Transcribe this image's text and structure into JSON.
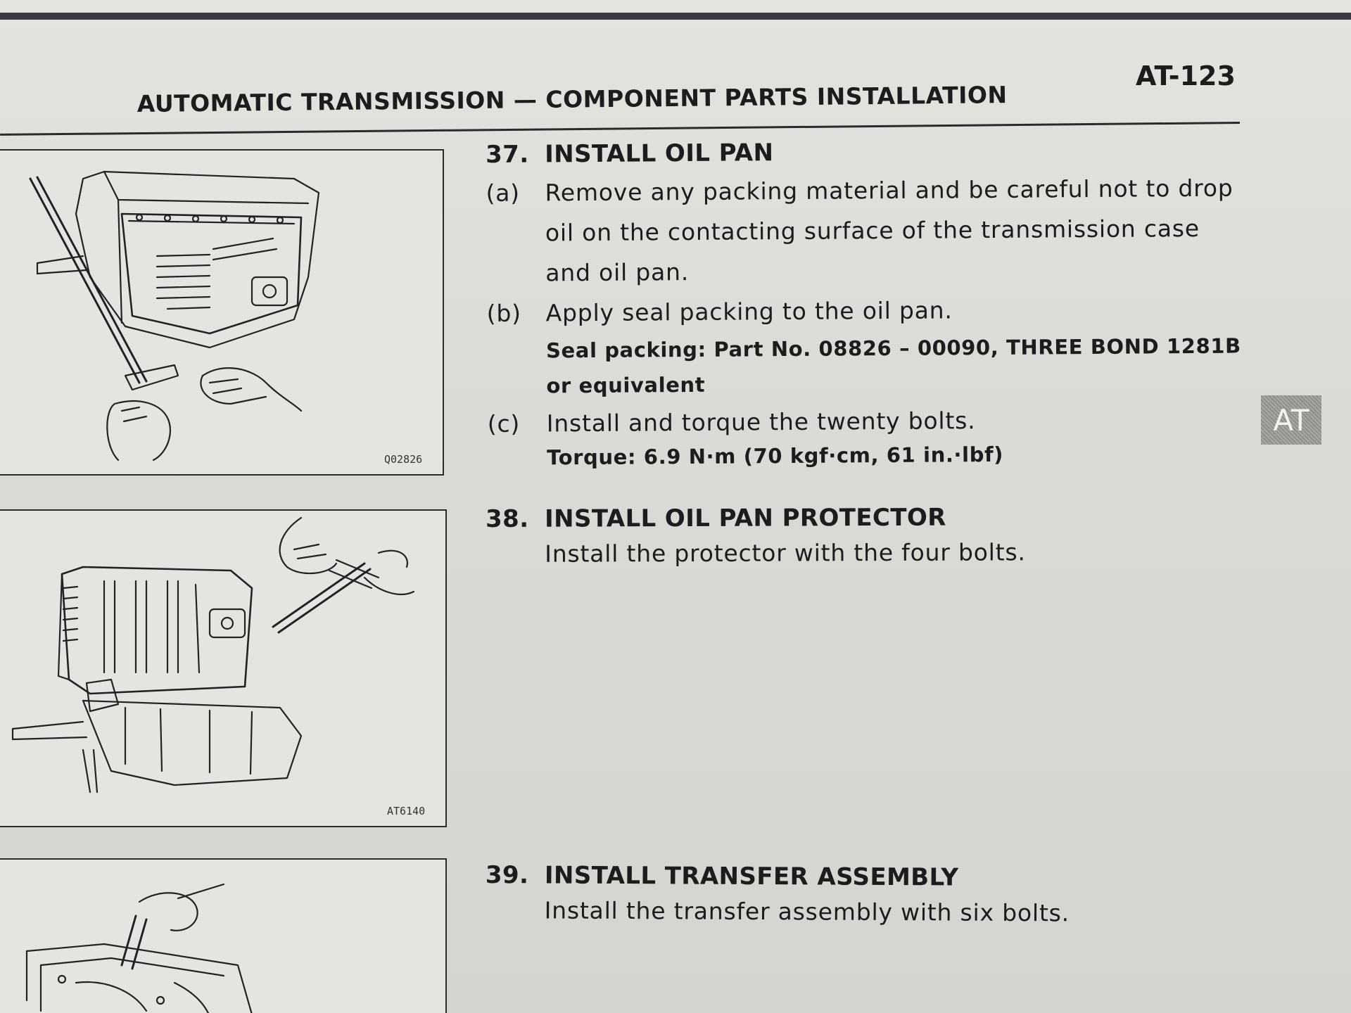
{
  "header": {
    "title": "AUTOMATIC TRANSMISSION — COMPONENT PARTS INSTALLATION",
    "page_number": "AT-123"
  },
  "side_tab": {
    "label": "AT"
  },
  "figures": [
    {
      "code": "Q02826"
    },
    {
      "code": "AT6140"
    }
  ],
  "steps": {
    "s37": {
      "number": "37.",
      "title": "INSTALL OIL PAN",
      "a": {
        "label": "(a)",
        "text": "Remove any packing material and be careful not to drop oil on the contacting surface of the transmission case and oil pan."
      },
      "b": {
        "label": "(b)",
        "text": "Apply seal packing to the oil pan.",
        "spec": "Seal packing: Part No. 08826 – 00090, THREE BOND 1281B or equivalent"
      },
      "c": {
        "label": "(c)",
        "text": "Install and torque the twenty bolts.",
        "spec": "Torque: 6.9 N·m (70 kgf·cm, 61 in.·lbf)"
      }
    },
    "s38": {
      "number": "38.",
      "title": "INSTALL OIL PAN PROTECTOR",
      "text": "Install the protector with the four bolts."
    },
    "s39": {
      "number": "39.",
      "title": "INSTALL TRANSFER ASSEMBLY",
      "text": "Install the transfer assembly with six bolts."
    }
  }
}
